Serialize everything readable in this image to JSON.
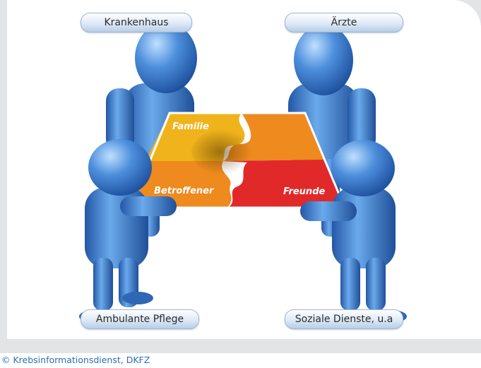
{
  "labels": {
    "top_left": "Krankenhaus",
    "top_right": "Ärzte",
    "bottom_left": "Ambulante Pflege",
    "bottom_right": "Soziale Dienste, u.a"
  },
  "puzzle": {
    "top_left": "Familie",
    "bottom_left": "Betroffener",
    "bottom_right": "Freunde"
  },
  "credit": "© Krebsinformationsdienst, DKFZ",
  "colors": {
    "figure_blue": "#3f7fcf",
    "piece_yellow": "#f0b31c",
    "piece_orange": "#ee8a1e",
    "piece_red": "#e2292a",
    "credit_blue": "#2f6db5"
  }
}
